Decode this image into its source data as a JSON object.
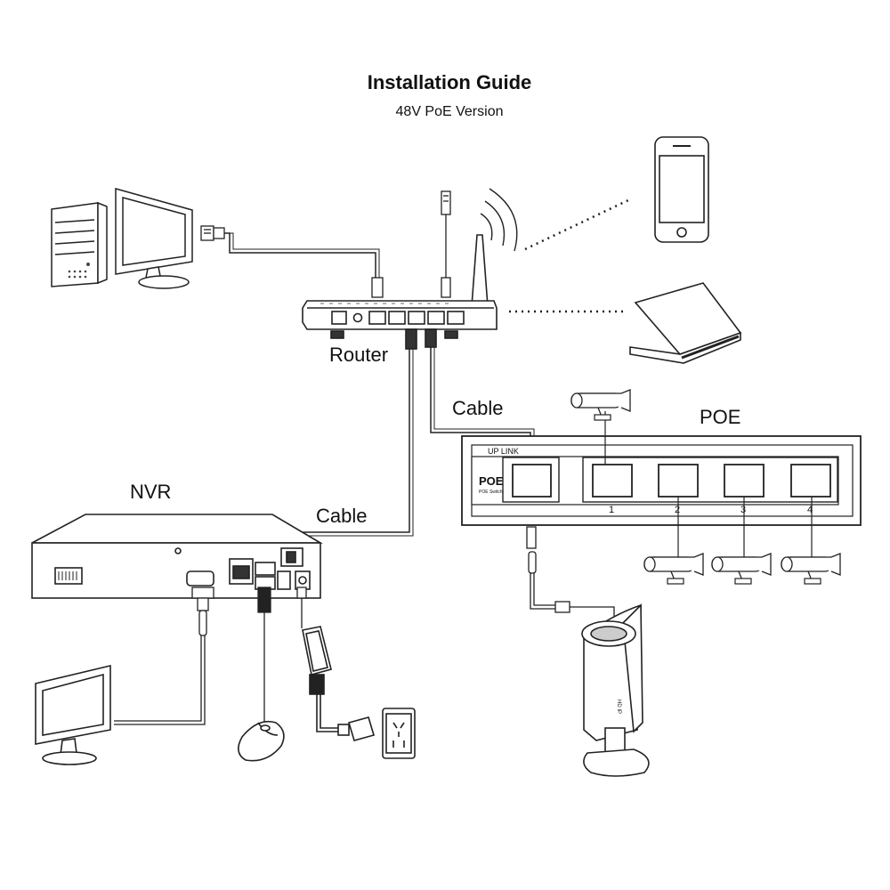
{
  "header": {
    "title": "Installation Guide",
    "subtitle": "48V PoE Version"
  },
  "labels": {
    "router": "Router",
    "cable_router_poe": "Cable",
    "cable_router_nvr": "Cable",
    "nvr": "NVR",
    "poe": "POE"
  },
  "poe_switch": {
    "uplink_label": "UP LINK",
    "brand": "POE",
    "caption": "POE Switch",
    "ports": [
      "1",
      "2",
      "3",
      "4"
    ]
  },
  "colors": {
    "line": "#222222",
    "background": "#ffffff"
  },
  "icons": [
    "desktop-pc-icon",
    "monitor-icon",
    "router-icon",
    "smartphone-icon",
    "laptop-icon",
    "poe-switch-icon",
    "nvr-icon",
    "bullet-camera-icon",
    "mouse-icon",
    "power-adapter-icon",
    "power-outlet-icon"
  ]
}
